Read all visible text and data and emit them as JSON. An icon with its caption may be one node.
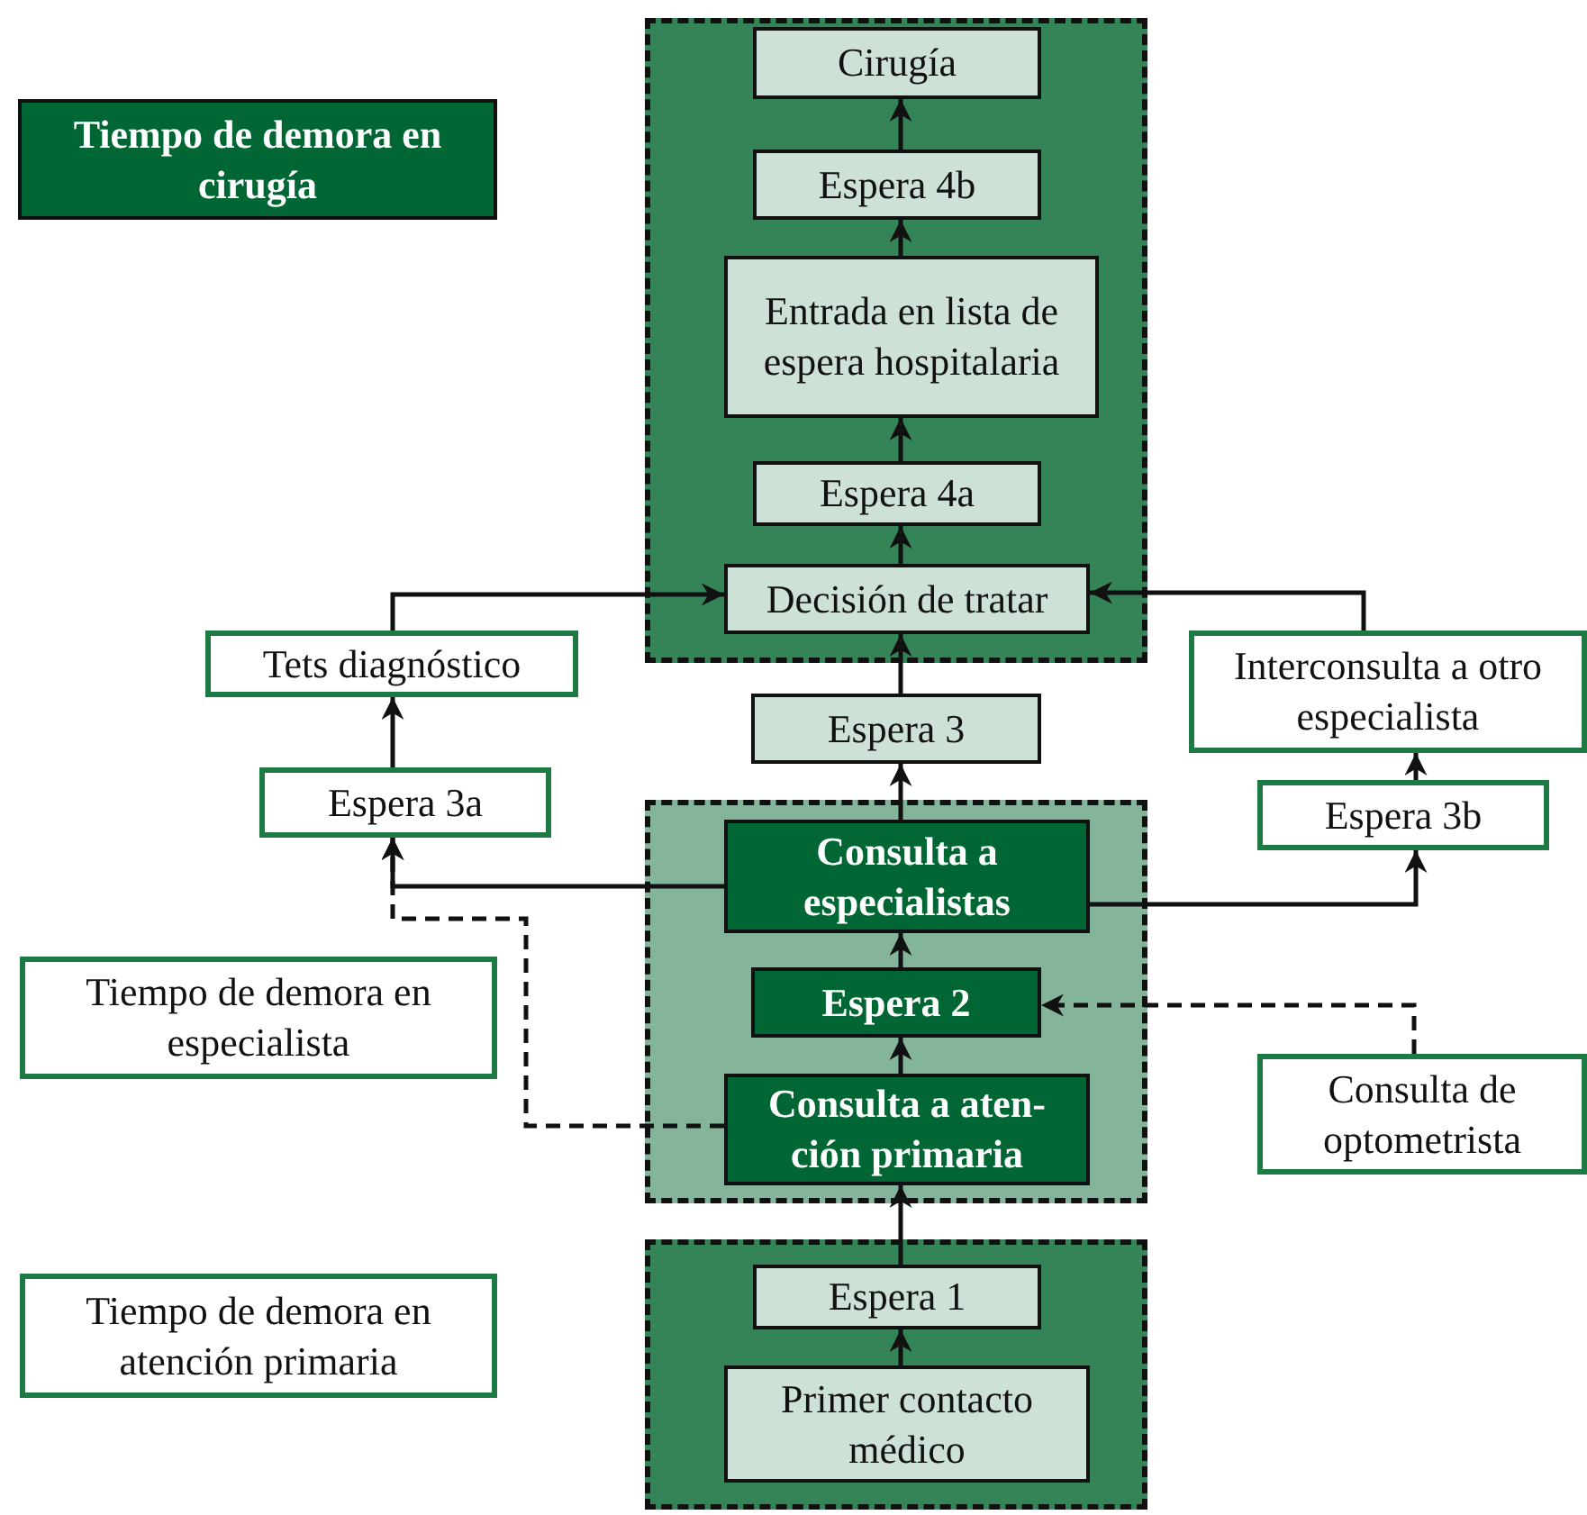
{
  "diagram": {
    "nodes": [
      {
        "text": [
          "Tiempo de demora en cirugía"
        ]
      },
      {
        "text": [],
        "shape": "box"
      },
      {
        "text": [
          "Cirugía"
        ],
        "in": 1
      },
      {
        "text": [
          "Espera 4b"
        ],
        "in": 1
      },
      {
        "text": [
          "Entrada en lista de espera hospitalaria"
        ],
        "in": 1
      },
      {
        "text": [
          "Espera 4a"
        ],
        "in": 1
      },
      {
        "text": [
          "Decisión de tratar"
        ],
        "in": 1
      },
      {
        "text": [
          "Tets diagnóstico"
        ]
      },
      {
        "text": [
          "Interconsulta a otro especialista"
        ]
      },
      {
        "text": [
          "Espera 3"
        ]
      },
      {
        "text": [
          "Espera 3a"
        ]
      },
      {
        "text": [
          "Espera 3b"
        ]
      },
      {
        "text": [],
        "shape": "box"
      },
      {
        "text": [
          "Consulta a especialistas"
        ],
        "in": 12
      },
      {
        "text": [
          "Espera 2"
        ],
        "in": 12
      },
      {
        "text": [
          "Tiempo de demora en especialista"
        ]
      },
      {
        "text": [
          "Consulta a aten- ción primaria"
        ],
        "in": 12
      },
      {
        "text": [
          "Consulta de optometrista"
        ]
      },
      {
        "text": [
          "Tiempo de demora en atención primaria"
        ]
      },
      {
        "text": [],
        "shape": "box"
      },
      {
        "text": [
          "Espera 1"
        ],
        "in": 19
      },
      {
        "text": [
          "Primer contacto médico"
        ],
        "in": 19
      }
    ],
    "edges": [
      {
        "from": 21,
        "to": 20,
        "arrow": "to"
      },
      {
        "from": 20,
        "to": 16,
        "arrow": "to"
      },
      {
        "from": 16,
        "to": 14,
        "arrow": "to"
      },
      {
        "from": 14,
        "to": 13,
        "arrow": "to"
      },
      {
        "from": 13,
        "to": 9,
        "arrow": "to"
      },
      {
        "from": 9,
        "to": 6,
        "arrow": "to"
      },
      {
        "from": 6,
        "to": 5,
        "arrow": "to"
      },
      {
        "from": 5,
        "to": 4,
        "arrow": "to"
      },
      {
        "from": 4,
        "to": 3,
        "arrow": "to"
      },
      {
        "from": 3,
        "to": 2,
        "arrow": "to"
      },
      {
        "from": 13,
        "to": 10,
        "arrow": "to"
      },
      {
        "from": 16,
        "to": 10,
        "arrow": "to",
        "style": "dashed"
      },
      {
        "from": 10,
        "to": 7,
        "arrow": "to"
      },
      {
        "from": 7,
        "to": 6,
        "arrow": "to"
      },
      {
        "from": 13,
        "to": 11,
        "arrow": "to"
      },
      {
        "from": 11,
        "to": 8,
        "arrow": "to"
      },
      {
        "from": 8,
        "to": 6,
        "arrow": "to"
      },
      {
        "from": 17,
        "to": 14,
        "arrow": "to",
        "style": "dashed"
      }
    ]
  }
}
